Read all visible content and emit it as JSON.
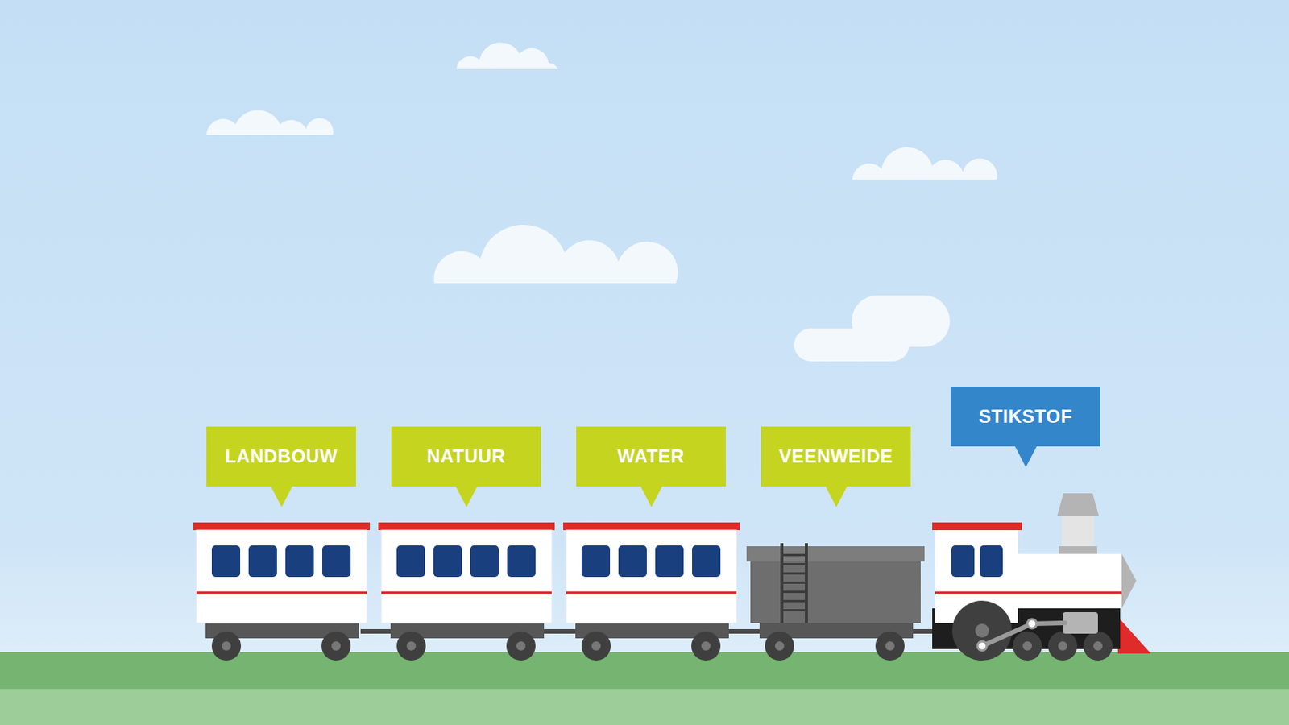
{
  "diagram": {
    "nodes": [
      {
        "text": [
          "LANDBOUW"
        ]
      },
      {
        "text": [
          "NATUUR"
        ]
      },
      {
        "text": [
          "WATER"
        ]
      },
      {
        "text": [
          "VEENWEIDE"
        ]
      },
      {
        "text": [
          "STIKSTOF"
        ]
      }
    ]
  }
}
